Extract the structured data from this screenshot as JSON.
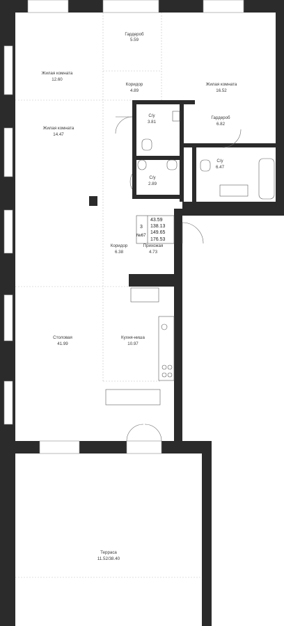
{
  "rooms": [
    {
      "id": "wardrobe-1",
      "name": "Гардероб",
      "area": "5.59"
    },
    {
      "id": "living-1",
      "name": "Жилая комната",
      "area": "12.60"
    },
    {
      "id": "corridor-1",
      "name": "Коридор",
      "area": "4.89"
    },
    {
      "id": "living-2",
      "name": "Жилая комната",
      "area": "16.52"
    },
    {
      "id": "living-3",
      "name": "Жилая комната",
      "area": "14.47"
    },
    {
      "id": "bath-1",
      "name": "С/у",
      "area": "3.81"
    },
    {
      "id": "wardrobe-2",
      "name": "Гардероб",
      "area": "6.82"
    },
    {
      "id": "bath-2",
      "name": "С/у",
      "area": "6.47"
    },
    {
      "id": "bath-3",
      "name": "С/у",
      "area": "2.89"
    },
    {
      "id": "corridor-2",
      "name": "Коридор",
      "area": "6.38"
    },
    {
      "id": "hall",
      "name": "Прихожая",
      "area": "4.73"
    },
    {
      "id": "dining",
      "name": "Столовая",
      "area": "41.99"
    },
    {
      "id": "kitchen",
      "name": "Кухня-ниша",
      "area": "10.97"
    },
    {
      "id": "terrace",
      "name": "Терраса",
      "area": "11.52/38.40"
    }
  ],
  "apartment": {
    "rooms_count": "3",
    "number": "№67",
    "areas": [
      "43.59",
      "138.13",
      "149.65",
      "176.53"
    ]
  },
  "colors": {
    "wall": "#2b2b2b",
    "zone_line": "#bfbfbf"
  }
}
